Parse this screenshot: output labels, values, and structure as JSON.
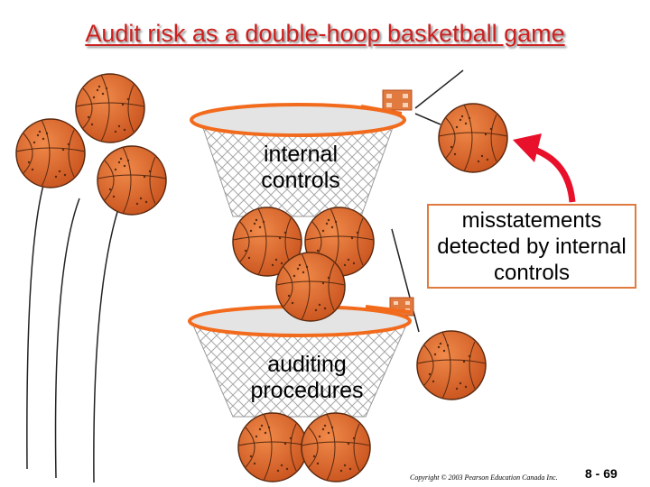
{
  "title": "Audit risk as a double-hoop basketball game",
  "labels": {
    "internal_controls": "internal controls",
    "auditing_procedures": "auditing procedures",
    "misstatements_box": "misstatements detected by internal controls"
  },
  "footer": {
    "copyright": "Copyright © 2003 Pearson Education Canada Inc.",
    "page_number": "8 - 69"
  },
  "colors": {
    "title": "#cc1f1f",
    "ball": "#e0652a",
    "hoop_rim": "#f26b1d",
    "net": "#9a9a9a",
    "arrow": "#e8102a",
    "box_border": "#e07a3f"
  }
}
